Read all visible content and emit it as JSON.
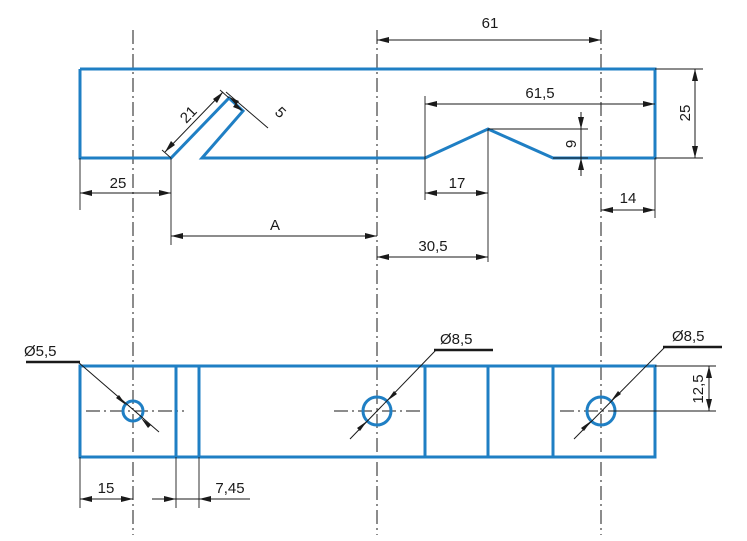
{
  "drawing": {
    "colors": {
      "part": "#1f7fc4",
      "lines": "#1a1a1a",
      "background": "#ffffff"
    },
    "top_view": {
      "dim_61": "61",
      "dim_61_5": "61,5",
      "dim_25_height": "25",
      "dim_21": "21",
      "dim_5": "5",
      "dim_9": "9",
      "dim_25_left": "25",
      "dim_17": "17",
      "dim_14": "14",
      "dim_A": "A",
      "dim_30_5": "30,5"
    },
    "bottom_view": {
      "hole_left": "Ø5,5",
      "hole_middle": "Ø8,5",
      "hole_right": "Ø8,5",
      "dim_12_5": "12,5",
      "dim_15": "15",
      "dim_7_45": "7,45"
    }
  }
}
